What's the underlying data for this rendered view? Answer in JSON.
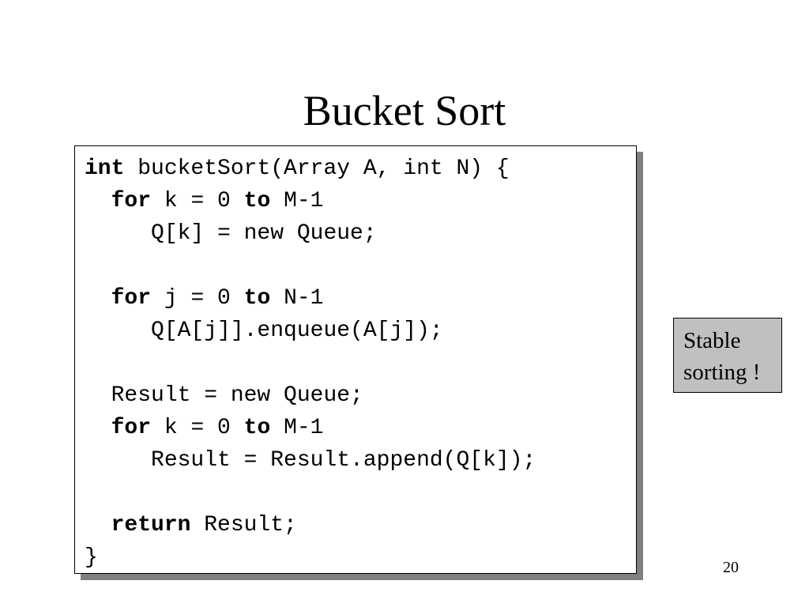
{
  "slide": {
    "title": "Bucket Sort",
    "page_number": "20"
  },
  "code": {
    "lines": [
      [
        {
          "text": "int",
          "bold": true
        },
        {
          "text": " bucketSort(Array A, int N) {",
          "bold": false
        }
      ],
      [
        {
          "text": "  ",
          "bold": false
        },
        {
          "text": "for",
          "bold": true
        },
        {
          "text": " k = 0 ",
          "bold": false
        },
        {
          "text": "to",
          "bold": true
        },
        {
          "text": " M-1",
          "bold": false
        }
      ],
      [
        {
          "text": "     Q[k] = new Queue;",
          "bold": false
        }
      ],
      [],
      [
        {
          "text": "  ",
          "bold": false
        },
        {
          "text": "for",
          "bold": true
        },
        {
          "text": " j = 0 ",
          "bold": false
        },
        {
          "text": "to",
          "bold": true
        },
        {
          "text": " N-1",
          "bold": false
        }
      ],
      [
        {
          "text": "     Q[A[j]].enqueue(A[j]);",
          "bold": false
        }
      ],
      [],
      [
        {
          "text": "  Result = new Queue;",
          "bold": false
        }
      ],
      [
        {
          "text": "  ",
          "bold": false
        },
        {
          "text": "for",
          "bold": true
        },
        {
          "text": " k = 0 ",
          "bold": false
        },
        {
          "text": "to",
          "bold": true
        },
        {
          "text": " M-1",
          "bold": false
        }
      ],
      [
        {
          "text": "     Result = Result.append(Q[k]);",
          "bold": false
        }
      ],
      [],
      [
        {
          "text": "  ",
          "bold": false
        },
        {
          "text": "return",
          "bold": true
        },
        {
          "text": " Result;",
          "bold": false
        }
      ],
      [
        {
          "text": "}",
          "bold": false
        }
      ]
    ]
  },
  "note": {
    "lines": [
      "Stable",
      "sorting !"
    ],
    "background": "#c0c0c0"
  }
}
